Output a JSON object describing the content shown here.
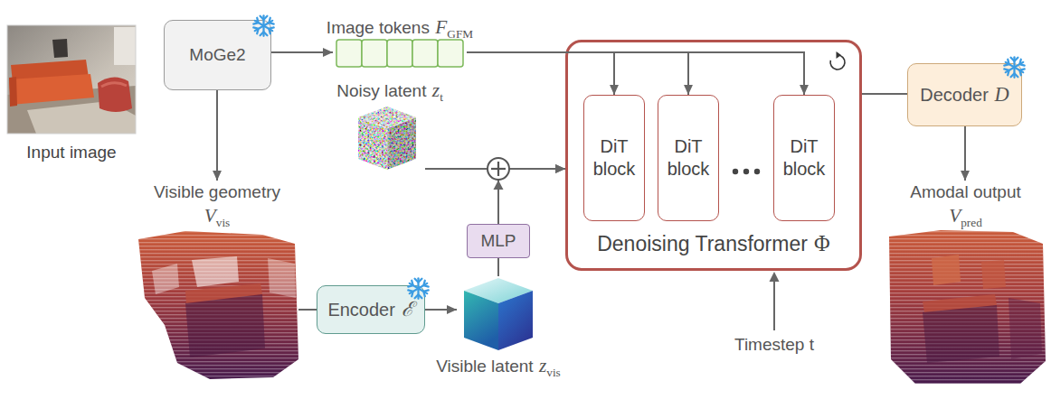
{
  "diagram": {
    "nodes": [
      {
        "text": [
          "Input image"
        ]
      },
      {
        "text": [
          "MoGe2"
        ]
      },
      {
        "text": [
          "Image tokens",
          "F",
          "GFM"
        ]
      },
      {
        "text": [
          "Denoising Transformer",
          "Φ"
        ]
      },
      {
        "text": [
          "DiT block"
        ],
        "in": 3
      },
      {
        "text": [
          "DiT block"
        ],
        "in": 3
      },
      {
        "text": [
          "DiT block"
        ],
        "in": 3
      },
      {
        "text": [
          "Decoder",
          "D"
        ]
      },
      {
        "text": [
          "Noisy latent",
          "z",
          "t"
        ]
      },
      {
        "text": [
          "Visible geometry",
          "V",
          "vis"
        ]
      },
      {
        "text": [
          "MLP"
        ]
      },
      {
        "text": [
          "Encoder",
          "ℰ"
        ]
      },
      {
        "text": [
          "Visible latent",
          "z",
          "vis"
        ]
      },
      {
        "text": [
          "Amodal output",
          "V",
          "pred"
        ]
      }
    ],
    "edges": [
      {
        "from": 1,
        "to": 2,
        "arrow": "to"
      },
      {
        "from": 2,
        "to": 4,
        "arrow": "to"
      },
      {
        "from": 2,
        "to": 5,
        "arrow": "to"
      },
      {
        "from": 2,
        "to": 6,
        "arrow": "to"
      },
      {
        "from": 1,
        "to": 9,
        "arrow": "to"
      },
      {
        "from": 9,
        "to": 11,
        "arrow": "none"
      },
      {
        "from": 11,
        "to": 12,
        "arrow": "to"
      },
      {
        "from": 12,
        "to": 10,
        "arrow": "none"
      },
      {
        "from": 10,
        "to": 3,
        "arrow": "to"
      },
      {
        "from": 8,
        "to": 3,
        "arrow": "to"
      },
      {
        "from": 3,
        "to": 7,
        "arrow": "none"
      },
      {
        "from": 7,
        "to": 13,
        "arrow": "to"
      }
    ],
    "labels": [
      "Timestep t"
    ]
  }
}
